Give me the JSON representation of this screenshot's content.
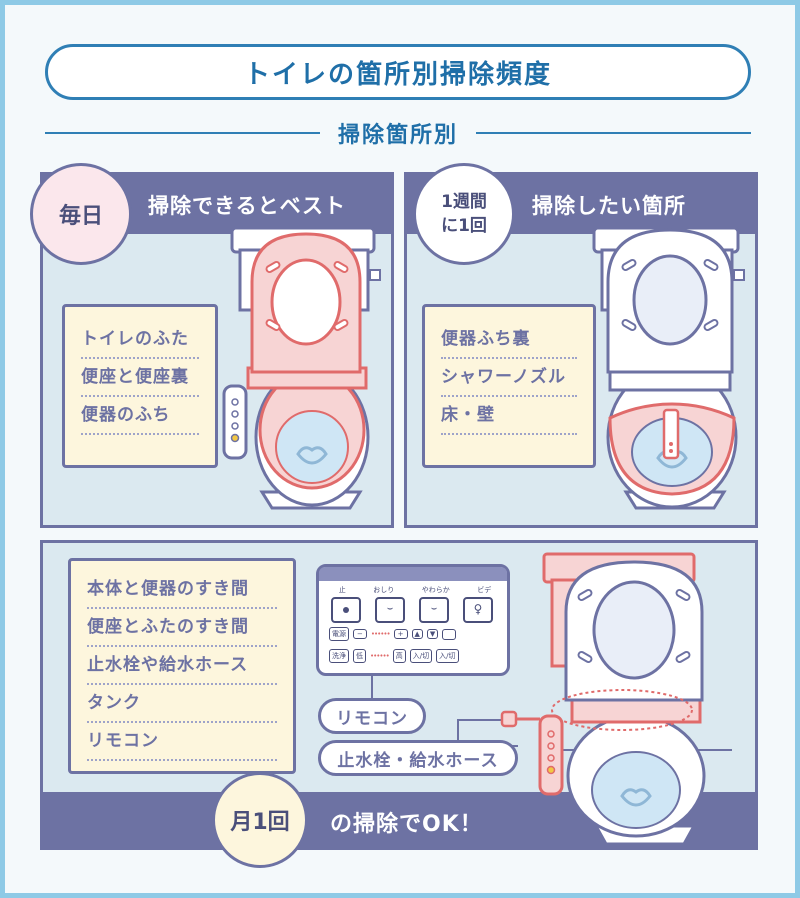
{
  "title": "トイレの箇所別掃除頻度",
  "subtitle": "掃除箇所別",
  "panels": {
    "daily": {
      "badge": "毎日",
      "header": "掃除できるとベスト",
      "items": [
        "トイレのふた",
        "便座と便座裏",
        "便器のふち"
      ]
    },
    "weekly": {
      "badge_line1": "1週間",
      "badge_line2": "に1回",
      "header": "掃除したい箇所",
      "items": [
        "便器ふち裏",
        "シャワーノズル",
        "床・壁"
      ]
    },
    "monthly": {
      "items": [
        "本体と便器のすき間",
        "便座とふたのすき間",
        "止水栓や給水ホース",
        "タンク",
        "リモコン"
      ],
      "badge": "月1回",
      "footer": "の掃除でOK！",
      "remote_label": "リモコン",
      "hose_label": "止水栓・給水ホース",
      "remote_panel": {
        "top_labels": [
          "止",
          "おしり",
          "やわらか",
          "ビデ"
        ],
        "row2_left": "電源",
        "row3": [
          "洗浄",
          "低",
          "高",
          "入/切",
          "入/切"
        ]
      }
    }
  },
  "colors": {
    "frame": "#8ecae6",
    "title": "#1f6fa8",
    "panel_dark": "#6d72a3",
    "panel_light": "#dbe9f0",
    "highlight_red": "#e06b6b",
    "highlight_pink": "#f7d4d4",
    "list_bg": "#fdf6dd",
    "water_blue": "#cfe6f5"
  }
}
